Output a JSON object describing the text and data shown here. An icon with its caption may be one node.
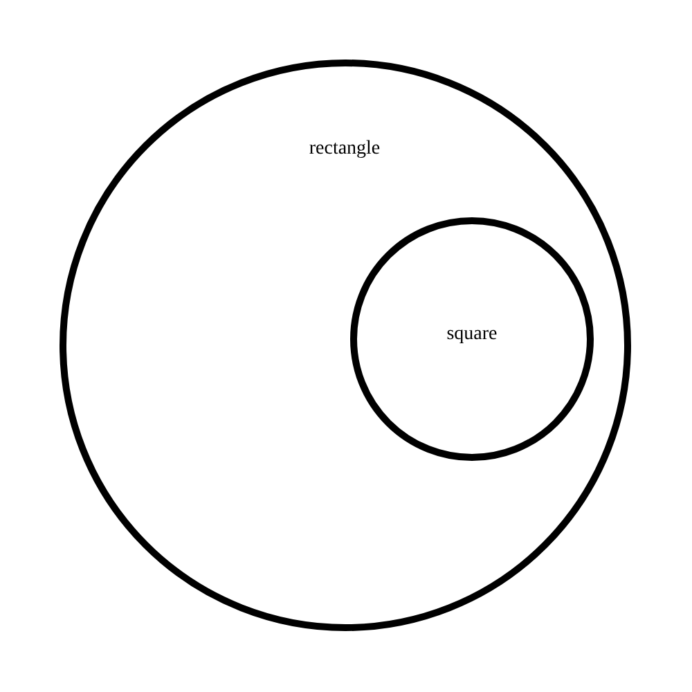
{
  "diagram": {
    "nodes": [
      {
        "text": [
          "rectangle"
        ]
      },
      {
        "text": [
          "square"
        ],
        "in": 0
      }
    ]
  }
}
